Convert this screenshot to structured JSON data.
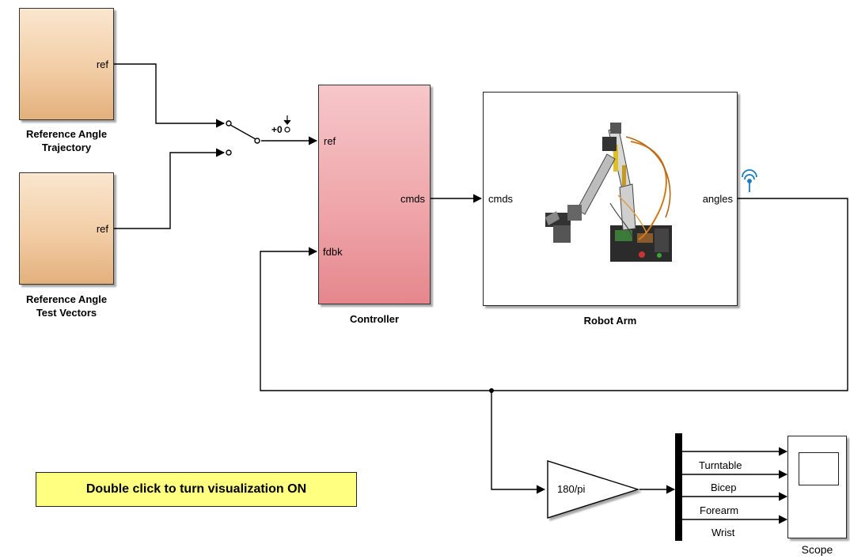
{
  "blocks": {
    "ref_trajectory": {
      "port_label": "ref",
      "caption_line1": "Reference Angle",
      "caption_line2": "Trajectory"
    },
    "ref_test_vectors": {
      "port_label": "ref",
      "caption_line1": "Reference Angle",
      "caption_line2": "Test Vectors"
    },
    "controller": {
      "in_port_1": "ref",
      "in_port_2": "fdbk",
      "out_port": "cmds",
      "caption": "Controller"
    },
    "robot_arm": {
      "in_port": "cmds",
      "out_port": "angles",
      "caption": "Robot Arm"
    },
    "gain": {
      "value": "180/pi"
    },
    "scope": {
      "caption": "Scope"
    }
  },
  "switch": {
    "label": "+0"
  },
  "signals": [
    "Turntable",
    "Bicep",
    "Forearm",
    "Wrist"
  ],
  "annotation": {
    "text": "Double click to turn visualization ON"
  },
  "icons": {
    "signal_logging": "antenna-icon",
    "robot_image": "robot-arm-photo"
  },
  "colors": {
    "reference_block": "#f2cda5",
    "controller_block": "#efa7ab",
    "annotation_bg": "#ffff80",
    "logging_icon": "#1a7bbf"
  }
}
